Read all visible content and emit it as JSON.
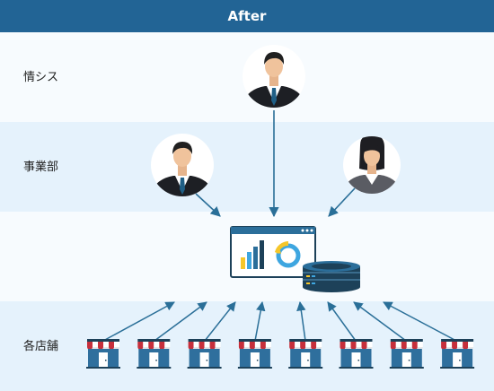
{
  "header": {
    "title": "After"
  },
  "rows": [
    {
      "label": "情シス"
    },
    {
      "label": "事業部"
    },
    {
      "label": ""
    },
    {
      "label": "各店舗"
    }
  ],
  "people": [
    {
      "role": "it-staff",
      "gender": "male"
    },
    {
      "role": "business-staff",
      "gender": "male"
    },
    {
      "role": "business-staff",
      "gender": "female"
    }
  ],
  "stores": {
    "count": 8
  },
  "center": {
    "dashboard_icon": "dashboard-window-icon",
    "database_icon": "database-icon"
  },
  "colors": {
    "header_bg": "#226495",
    "arrow": "#2a6f98",
    "navy": "#1d4159",
    "awning_red": "#c62f3b",
    "store_blue": "#2f6f9d",
    "chart_yellow": "#f5c62a",
    "chart_blue": "#3ea6e0"
  }
}
